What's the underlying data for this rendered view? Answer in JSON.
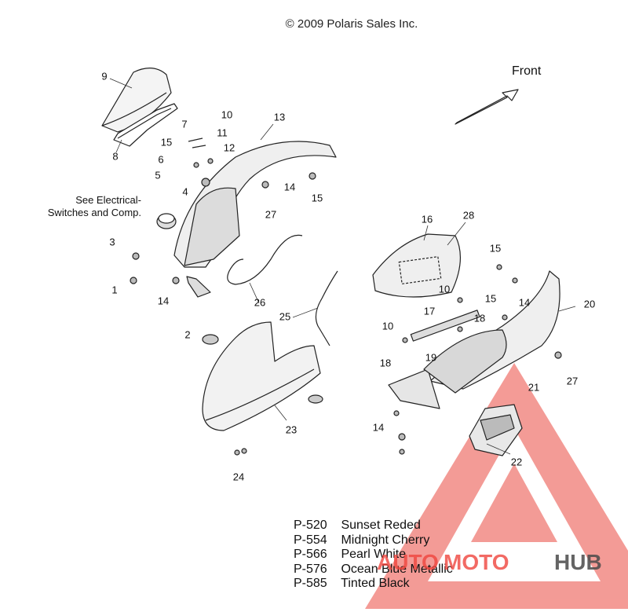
{
  "copyright": "© 2009 Polaris Sales Inc.",
  "direction_label": "Front",
  "electrical_note": [
    "See Electrical-",
    "Switches and Comp."
  ],
  "callouts": [
    "9",
    "8",
    "7",
    "10",
    "11",
    "15",
    "6",
    "12",
    "5",
    "4",
    "13",
    "14",
    "15",
    "27",
    "3",
    "1",
    "14",
    "26",
    "25",
    "2",
    "23",
    "24",
    "16",
    "28",
    "15",
    "10",
    "14",
    "15",
    "20",
    "17",
    "18",
    "10",
    "19",
    "18",
    "21",
    "27",
    "14",
    "22"
  ],
  "color_options": [
    {
      "code": "P-520",
      "name": "Sunset Reded"
    },
    {
      "code": "P-554",
      "name": "Midnight Cherry"
    },
    {
      "code": "P-566",
      "name": "Pearl White"
    },
    {
      "code": "P-576",
      "name": "Ocean Blue Metallic"
    },
    {
      "code": "P-585",
      "name": "Tinted Black"
    }
  ],
  "watermark": {
    "part1": "AUTO",
    "part2": "MOTO",
    "part3": "HUB"
  },
  "colors": {
    "watermark_red": "#f0453e",
    "watermark_gray": "#4a4a4a"
  }
}
